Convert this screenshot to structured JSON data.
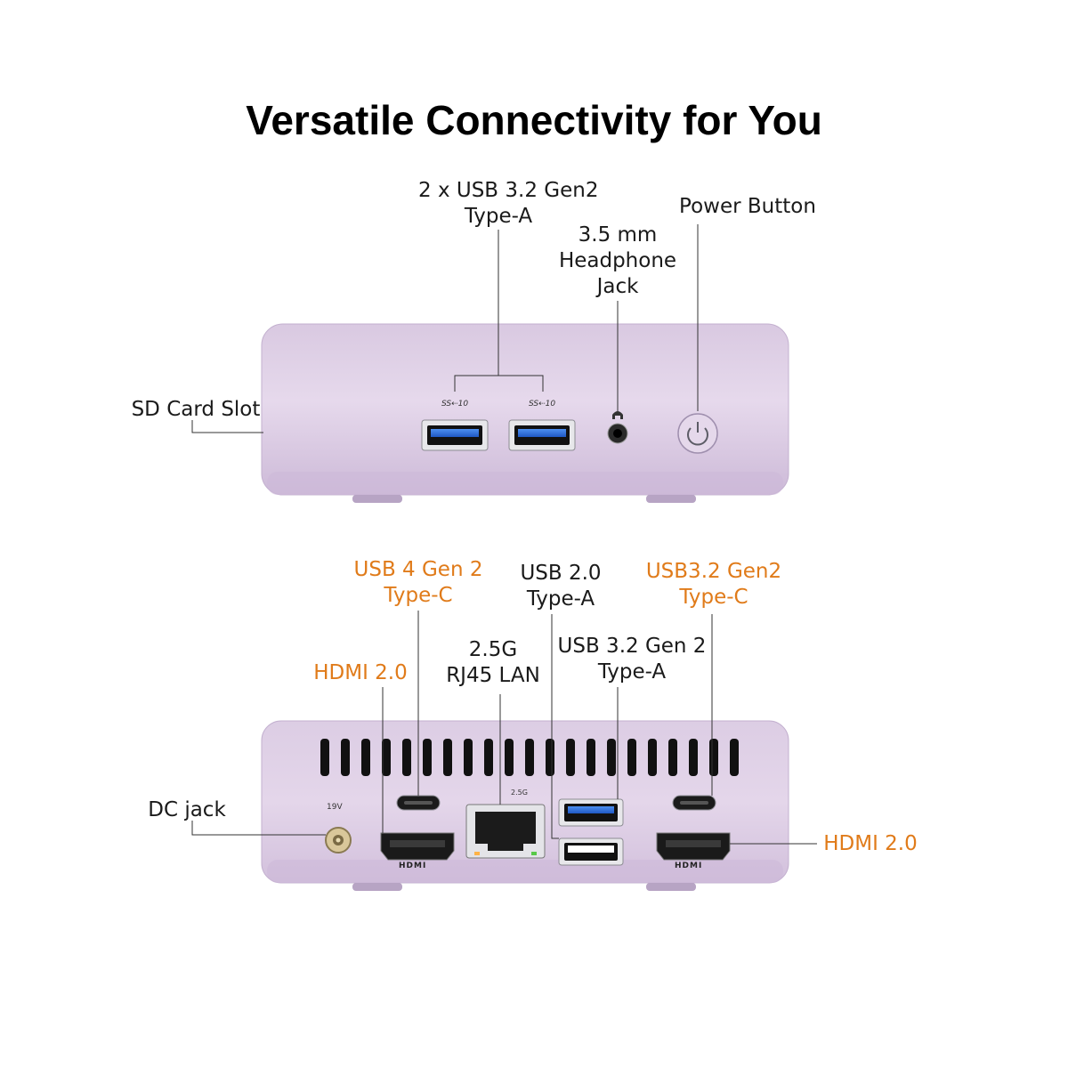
{
  "title": "Versatile Connectivity for You",
  "front": {
    "usb_a": [
      "2 x USB 3.2 Gen2",
      "Type-A"
    ],
    "headphone": [
      "3.5 mm",
      "Headphone",
      "Jack"
    ],
    "power": "Power Button",
    "sd": "SD Card Slot",
    "port_marks": {
      "ss10": "SS⇠10",
      "ss10b": "SS⇠10"
    }
  },
  "rear": {
    "usb4": [
      "USB 4 Gen 2",
      "Type-C"
    ],
    "usb20": [
      "USB 2.0",
      "Type-A"
    ],
    "usb32c": [
      "USB3.2 Gen2",
      "Type-C"
    ],
    "hdmi_left": "HDMI 2.0",
    "lan": [
      "2.5G",
      "RJ45 LAN"
    ],
    "usb32a": [
      "USB 3.2 Gen 2",
      "Type-A"
    ],
    "dc": "DC jack",
    "hdmi_right": "HDMI 2.0",
    "port_marks": {
      "dc_voltage": "19V",
      "hdmi1": "HDMI",
      "hdmi2": "HDMI",
      "lan_speed": "2.5G"
    }
  },
  "colors": {
    "case": "#d8c8e0",
    "case_dark": "#b9a6c7",
    "usb_blue": "#2f6fd6",
    "accent": "#e07b1a"
  }
}
